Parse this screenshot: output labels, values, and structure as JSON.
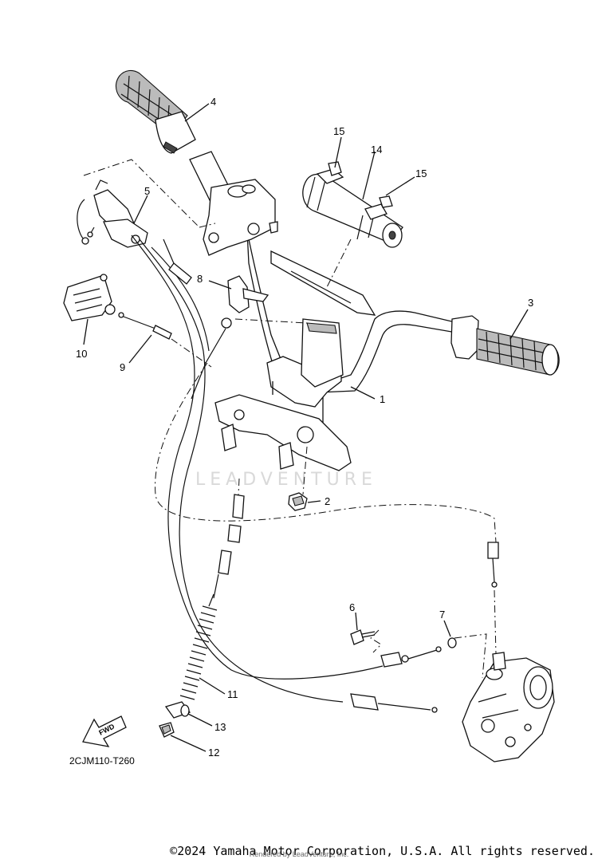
{
  "diagram": {
    "callouts": [
      "1",
      "2",
      "3",
      "4",
      "5",
      "6",
      "7",
      "8",
      "9",
      "10",
      "11",
      "12",
      "13",
      "14",
      "15",
      "15"
    ],
    "part_code": "2CJM110-T260",
    "fwd_label": "FWD",
    "watermark": "LEADVENTURE"
  },
  "footer": {
    "copyright": "©2024 Yamaha Motor Corporation, U.S.A. All rights reserved.",
    "rendered_by": "Rendered by LeadVenture, Inc."
  }
}
